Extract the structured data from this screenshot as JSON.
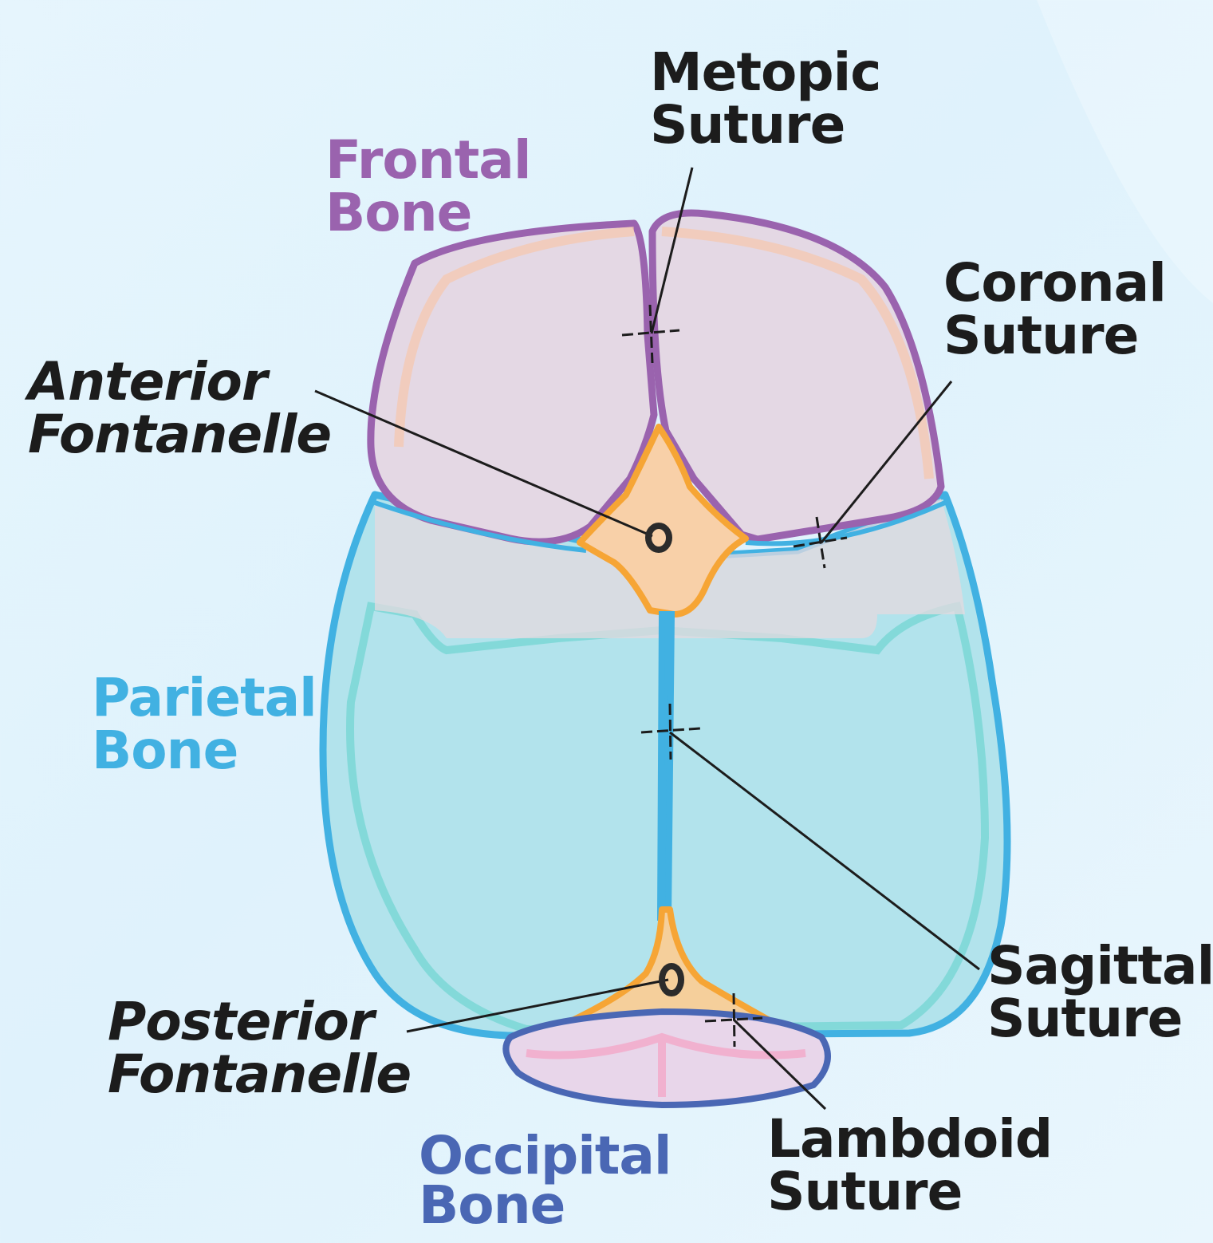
{
  "colors": {
    "frontal": "#9a63ae",
    "parietal": "#41b1e2",
    "occipital": "#4a67b4",
    "fontanelle": "#f6a535",
    "suture_label": "#1c1c1c"
  },
  "labels": {
    "metopic": [
      "Metopic",
      "Suture"
    ],
    "frontal": [
      "Frontal",
      "Bone"
    ],
    "coronal": [
      "Coronal",
      "Suture"
    ],
    "anterior": [
      "Anterior",
      "Fontanelle"
    ],
    "parietal": [
      "Parietal",
      "Bone"
    ],
    "sagittal": [
      "Sagittal",
      "Suture"
    ],
    "posterior": [
      "Posterior",
      "Fontanelle"
    ],
    "occipital": [
      "Occipital",
      "Bone"
    ],
    "lambdoid": [
      "Lambdoid",
      "Suture"
    ]
  }
}
